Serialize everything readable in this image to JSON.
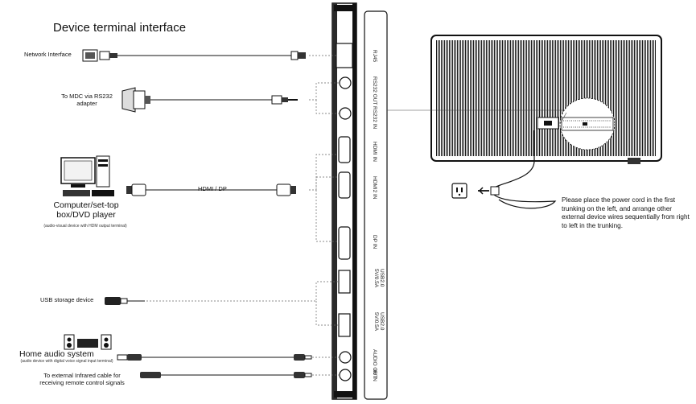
{
  "title": "Device terminal interface",
  "devices": {
    "network": "Network Interface",
    "mdc": "To MDC via RS232 adapter",
    "hdmi_dp": "HDMI / DP",
    "computer": "Computer/set-top box/DVD player",
    "computer_note": "(audio-visual device with HDM output terminal)",
    "usb": "USB storage device",
    "home_audio": "Home audio system",
    "home_audio_note": "(audio device with digital voice signal input terminal)",
    "infrared": "To external Infrared cable for receiving remote control signals"
  },
  "ports": [
    "RJ45",
    "RS232 OUT",
    "RS232 IN",
    "HDMI IN",
    "HDMI2 IN",
    "DP IN",
    "USB2.0 5V/0.5A",
    "USB2.0 5V/0.5A",
    "AUDIO OUT",
    "IR IN"
  ],
  "power_note": "Please place the power cord in the first trunking on the left, and arrange other external device wires sequentially from right to left in the trunking."
}
